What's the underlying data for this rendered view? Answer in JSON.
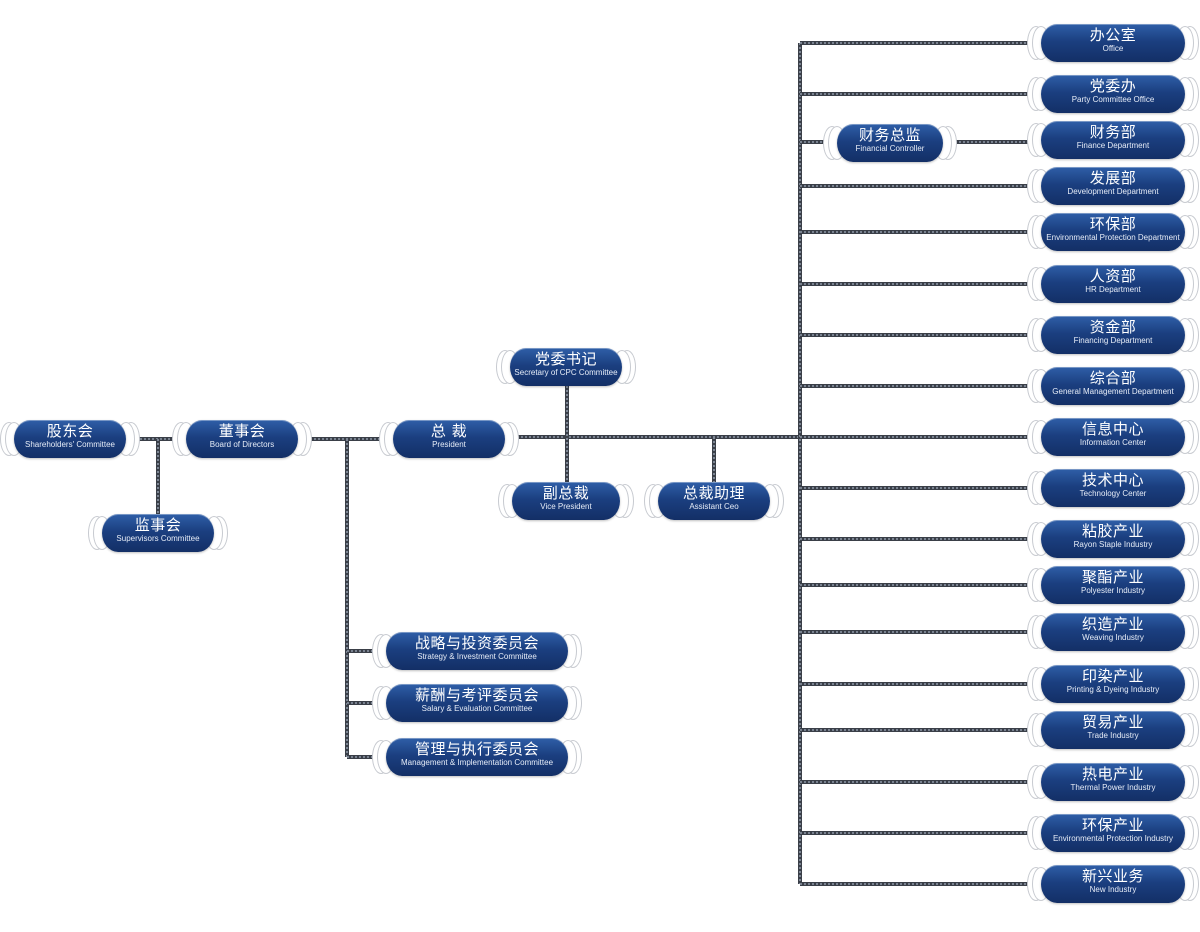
{
  "nodes": {
    "shareholders": {
      "zh": "股东会",
      "en": "Shareholders' Committee"
    },
    "supervisors": {
      "zh": "监事会",
      "en": "Supervisors Committee"
    },
    "board": {
      "zh": "董事会",
      "en": "Board of Directors"
    },
    "president": {
      "zh": "总 裁",
      "en": "President"
    },
    "cpc_secretary": {
      "zh": "党委书记",
      "en": "Secretary of CPC Committee"
    },
    "vice_president": {
      "zh": "副总裁",
      "en": "Vice President"
    },
    "assistant_ceo": {
      "zh": "总裁助理",
      "en": "Assistant Ceo"
    },
    "financial_controller": {
      "zh": "财务总监",
      "en": "Financial Controller"
    },
    "committees": [
      {
        "zh": "战略与投资委员会",
        "en": "Strategy & Investment Committee"
      },
      {
        "zh": "薪酬与考评委员会",
        "en": "Salary & Evaluation Committee"
      },
      {
        "zh": "管理与执行委员会",
        "en": "Management & Implementation Committee"
      }
    ],
    "departments": [
      {
        "zh": "办公室",
        "en": "Office"
      },
      {
        "zh": "党委办",
        "en": "Party Committee Office"
      },
      {
        "zh": "财务部",
        "en": "Finance Department"
      },
      {
        "zh": "发展部",
        "en": "Development Department"
      },
      {
        "zh": "环保部",
        "en": "Environmental Protection Department"
      },
      {
        "zh": "人资部",
        "en": "HR Department"
      },
      {
        "zh": "资金部",
        "en": "Financing Department"
      },
      {
        "zh": "综合部",
        "en": "General Management Department"
      },
      {
        "zh": "信息中心",
        "en": "Information Center"
      },
      {
        "zh": "技术中心",
        "en": "Technology Center"
      },
      {
        "zh": "粘胶产业",
        "en": "Rayon Staple Industry"
      },
      {
        "zh": "聚酯产业",
        "en": "Polyester Industry"
      },
      {
        "zh": "织造产业",
        "en": "Weaving Industry"
      },
      {
        "zh": "印染产业",
        "en": "Printing & Dyeing Industry"
      },
      {
        "zh": "贸易产业",
        "en": "Trade Industry"
      },
      {
        "zh": "热电产业",
        "en": "Thermal Power Industry"
      },
      {
        "zh": "环保产业",
        "en": "Environmental Protection Industry"
      },
      {
        "zh": "新兴业务",
        "en": "New Industry"
      }
    ]
  }
}
